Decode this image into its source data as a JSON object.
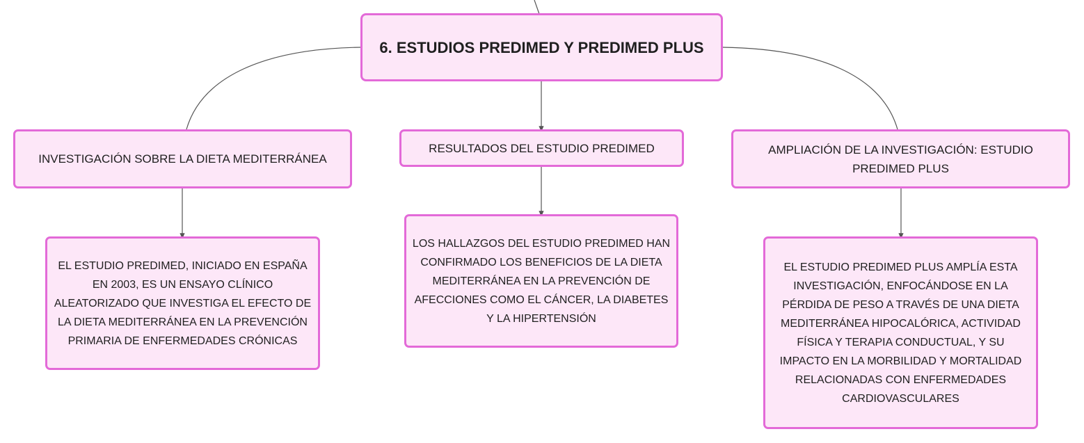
{
  "root": {
    "label": "6. ESTUDIOS PREDIMED Y PREDIMED PLUS"
  },
  "branches": [
    {
      "title": "INVESTIGACIÓN SOBRE LA DIETA MEDITERRÁNEA",
      "detail": "EL ESTUDIO PREDIMED, INICIADO EN ESPAÑA EN 2003, ES UN ENSAYO CLÍNICO ALEATORIZADO QUE INVESTIGA EL EFECTO DE LA DIETA MEDITERRÁNEA EN LA PREVENCIÓN PRIMARIA DE ENFERMEDADES CRÓNICAS"
    },
    {
      "title": "RESULTADOS DEL ESTUDIO PREDIMED",
      "detail": "LOS HALLAZGOS DEL ESTUDIO PREDIMED HAN CONFIRMADO LOS BENEFICIOS DE LA DIETA MEDITERRÁNEA EN LA PREVENCIÓN DE AFECCIONES COMO EL CÁNCER, LA DIABETES Y LA HIPERTENSIÓN"
    },
    {
      "title": "AMPLIACIÓN DE LA INVESTIGACIÓN: ESTUDIO PREDIMED PLUS",
      "detail": "EL ESTUDIO PREDIMED PLUS AMPLÍA ESTA INVESTIGACIÓN, ENFOCÁNDOSE EN LA PÉRDIDA DE PESO A TRAVÉS DE UNA DIETA MEDITERRÁNEA HIPOCALÓRICA, ACTIVIDAD FÍSICA Y TERAPIA CONDUCTUAL, Y SU IMPACTO EN LA MORBILIDAD Y MORTALIDAD RELACIONADAS CON ENFERMEDADES CARDIOVASCULARES"
    }
  ],
  "colors": {
    "node_fill": "#fde7f8",
    "node_border": "#e36ad8",
    "connector": "#555555"
  }
}
